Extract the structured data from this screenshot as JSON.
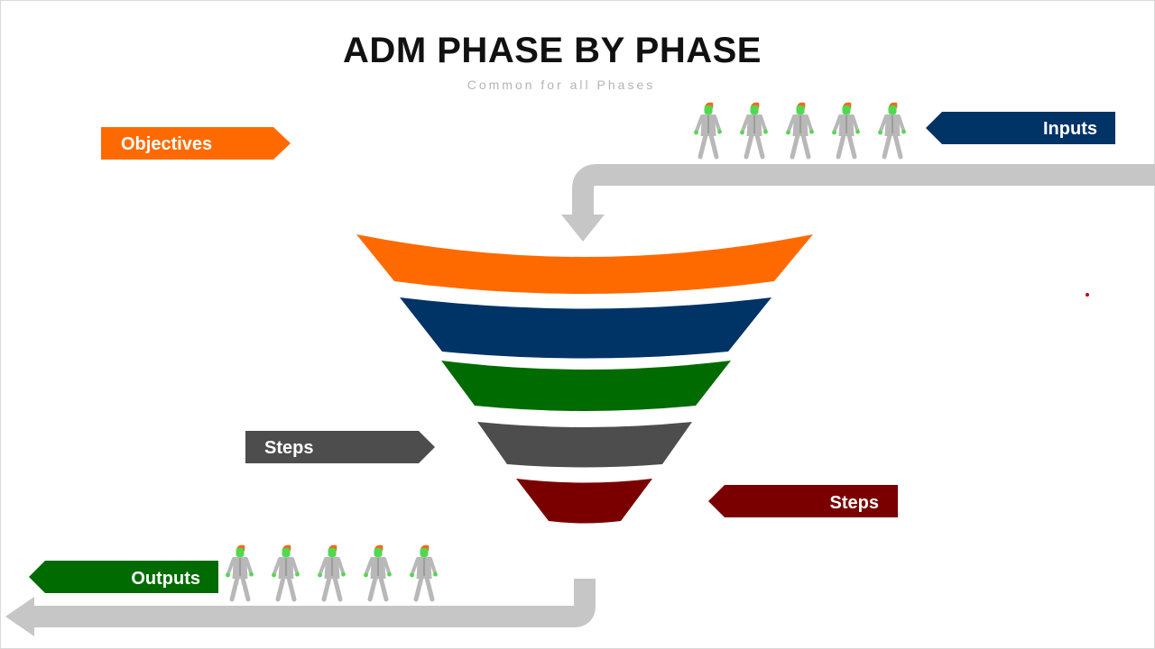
{
  "title": "ADM PHASE BY PHASE",
  "subtitle": "Common for all Phases",
  "labels": {
    "objectives": "Objectives",
    "inputs": "Inputs",
    "steps_left": "Steps",
    "steps_right": "Steps",
    "outputs": "Outputs"
  },
  "colors": {
    "orange": "#ff6a00",
    "navy": "#003366",
    "green": "#006b00",
    "gray": "#4d4d4d",
    "maroon": "#7a0000",
    "connector": "#c6c6c6",
    "figure_suit": "#b8b8b8",
    "figure_skin": "#4fd94f",
    "figure_hair": "#f26b1d"
  },
  "icons": {
    "walking_figure": "walking-person-icon",
    "down_arrow": "arrow-down-icon",
    "left_arrow": "arrow-left-icon"
  }
}
